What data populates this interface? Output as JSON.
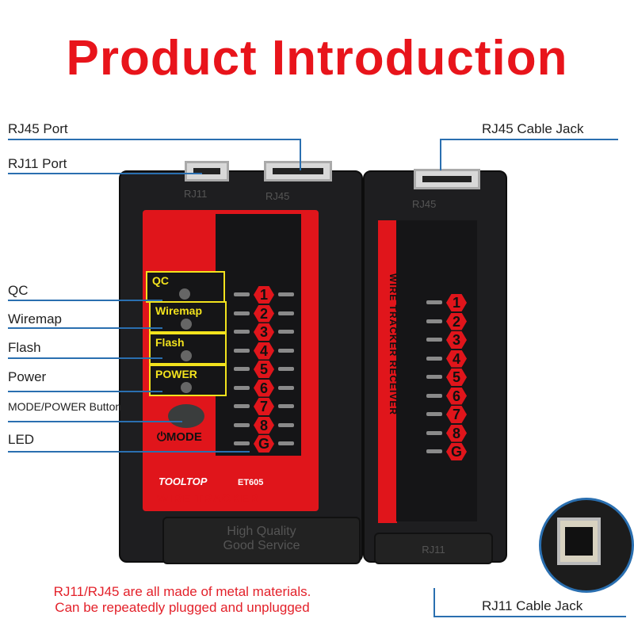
{
  "title": "Product Introduction",
  "labels": {
    "rj45_port": "RJ45 Port",
    "rj11_port": "RJ11  Port",
    "qc": "QC",
    "wiremap": "Wiremap",
    "flash": "Flash",
    "power": "Power",
    "mode_button": "MODE/POWER Button",
    "led": "LED",
    "rj45_jack": "RJ45 Cable Jack",
    "rj11_jack": "RJ11 Cable Jack"
  },
  "device": {
    "port_rj11": "RJ11",
    "port_rj45": "RJ45",
    "qc": "QC",
    "wiremap": "Wiremap",
    "flash": "Flash",
    "power": "POWER",
    "mode": "MODE",
    "brand": "TOOLTOP",
    "model": "ET605",
    "name": "WIRE TRACKER",
    "emboss1": "High Quality",
    "emboss2": "Good Service",
    "led_numbers": [
      "1",
      "2",
      "3",
      "4",
      "5",
      "6",
      "7",
      "8",
      "G"
    ]
  },
  "receiver": {
    "port_rj45": "RJ45",
    "vertical_label": "WIRE TRACKER RECEIVER",
    "port_rj11": "RJ11"
  },
  "note": {
    "line1": "RJ11/RJ45 are all made of metal materials.",
    "line2": "Can be repeatedly plugged and unplugged"
  }
}
